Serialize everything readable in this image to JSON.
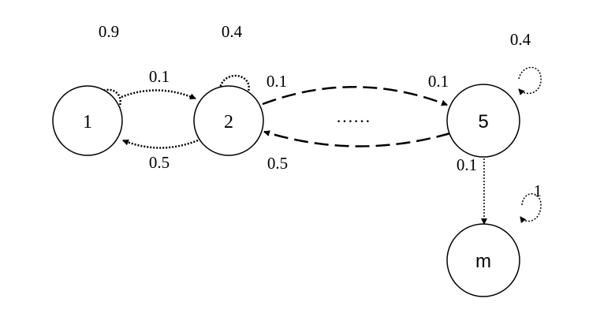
{
  "nodes": {
    "n1": "1",
    "n2": "2",
    "n5": "5",
    "nm": "m"
  },
  "ellipsis": "……",
  "edge_labels": {
    "loop_1": "0.9",
    "loop_2": "0.4",
    "loop_5": "0.4",
    "loop_m": "1",
    "e_1_2": "0.1",
    "e_2_1": "0.5",
    "e_2_5": "0.1",
    "e_5_2": "0.5",
    "e_5_2_target": "0.1",
    "e_5_m": "0.1"
  },
  "colors": {
    "stroke": "#000000",
    "fill": "#ffffff"
  }
}
